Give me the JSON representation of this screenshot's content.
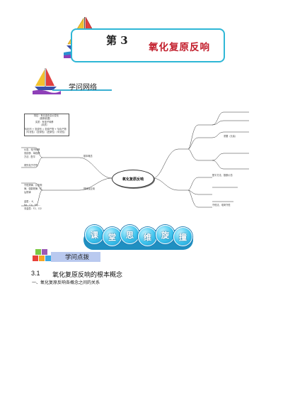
{
  "header": {
    "chapter_num": "第 3",
    "chapter_title": "氧化复原反响"
  },
  "section1": {
    "label": "学问网络"
  },
  "mindmap": {
    "center": "氧化复原反响",
    "left_top": [
      "特征：有元素化合价变化",
      "（推断依据）",
      "实质：有电子转移",
      "（本质）",
      "氧化剂 + 复原剂 = 复原产物 + 氧化产物",
      "（氧化性）（复原性）（还原性）（氧化性）"
    ],
    "left_mid": [
      "价态、电子转移",
      "双线桥、单线桥",
      "方法、配平",
      "得失电子守恒"
    ],
    "left_mid_node": "基本概念",
    "left_bot": [
      "守恒规律、价态规",
      "律、强弱规律、先",
      "后规律",
      "",
      "金属：   K、",
      "Na、Ca、Mg...",
      "非金属：F2、Cl2"
    ],
    "left_bot_node": "规律及应用",
    "right_items": [
      "",
      "",
      "重要（元素）",
      "",
      "",
      "配平方法、推断价态",
      "",
      "守恒法、电荷守恒"
    ]
  },
  "banner": {
    "chars": [
      "课",
      "堂",
      "思",
      "维",
      "旋",
      "撞"
    ]
  },
  "section2": {
    "label": "学问点拨"
  },
  "subsection": {
    "num": "3.1",
    "title": "氧化复原反响的根本概念"
  },
  "intro": "一、氧化复原反响各概念之间的关系"
}
